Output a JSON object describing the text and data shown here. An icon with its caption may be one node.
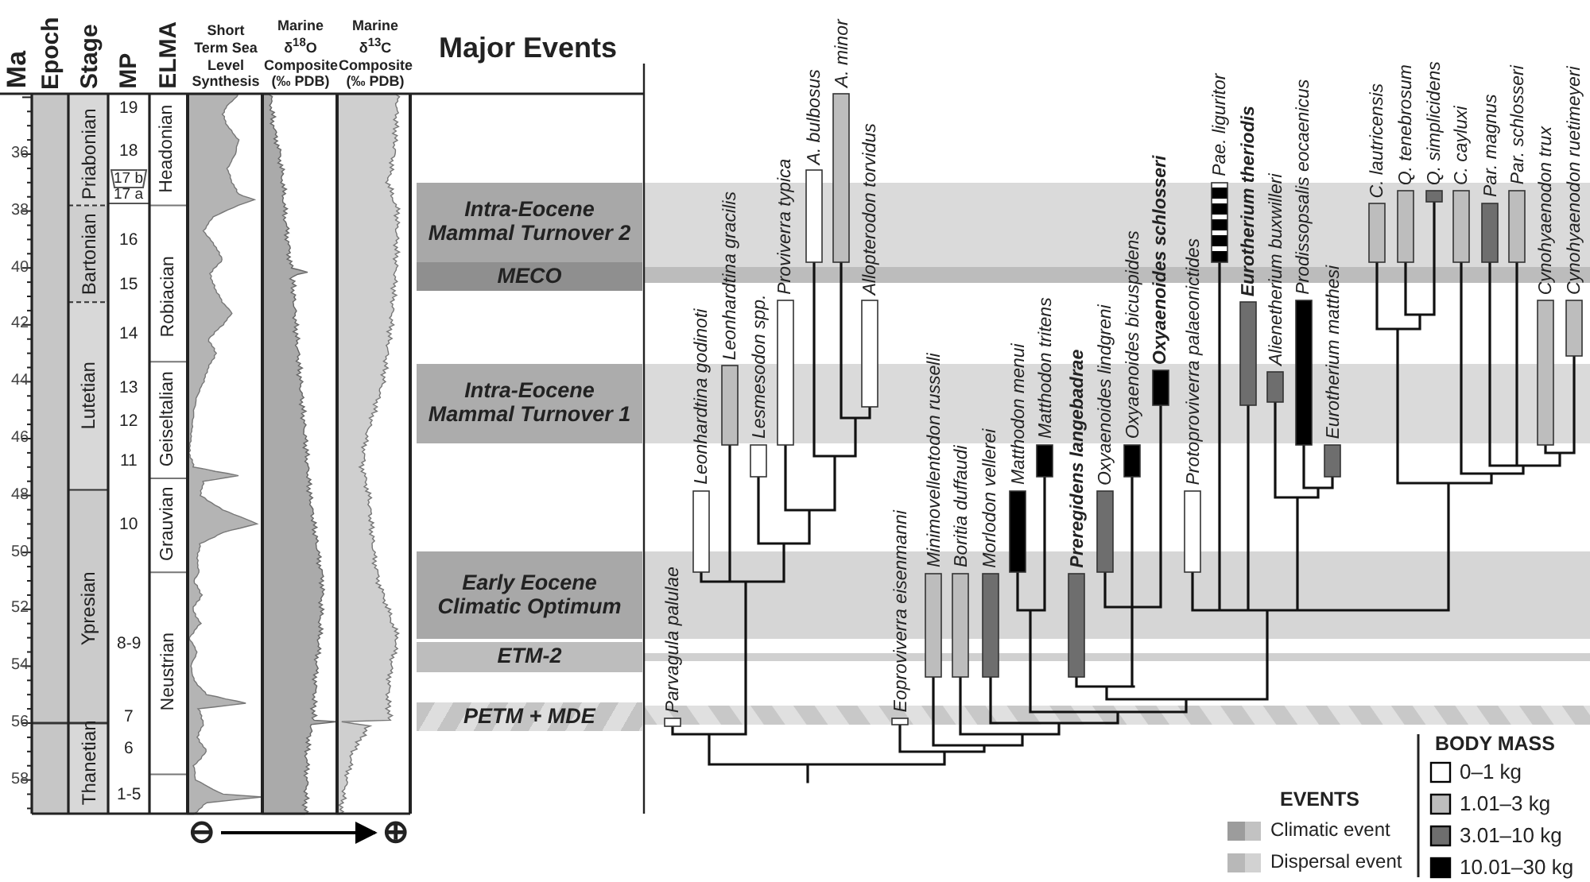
{
  "diagram": {
    "nodes": [
      {
        "text": [
          "Intra-Eocene Mammal Turnover 2"
        ]
      },
      {
        "text": [
          "MECO"
        ]
      },
      {
        "text": [
          "Intra-Eocene Mammal Turnover 1"
        ]
      },
      {
        "text": [
          "Early Eocene Climatic Optimum"
        ]
      },
      {
        "text": [
          "ETM-2"
        ]
      },
      {
        "text": [
          "PETM + MDE"
        ]
      }
    ],
    "labels": [
      "Ma",
      "Epoch",
      "Stage",
      "MP",
      "ELMA",
      "Short Term Sea Level Synthesis",
      "Marine δ$^{18}$O Composite (‰ PDB)",
      "Marine δ$^{13}$C Composite (‰ PDB)",
      "Major Events",
      "36",
      "38",
      "40",
      "42",
      "44",
      "46",
      "48",
      "50",
      "52",
      "54",
      "56",
      "58",
      "Priabonian",
      "Bartonian",
      "Lutetian",
      "Ypresian",
      "Thanetian",
      "19",
      "18",
      "17 b",
      "17 a",
      "16",
      "15",
      "14",
      "13",
      "12",
      "11",
      "10",
      "8-9",
      "7",
      "6",
      "1-5",
      "Headonian",
      "Robiacian",
      "Geiseltalian",
      "Grauvian",
      "Neustrian",
      "⊖",
      "⊕",
      "Parvagula palulae",
      "Leonhardtina godinoti",
      "Leonhardtina gracilis",
      "Lesmesodon spp.",
      "Proviverra typica",
      "A. bulbosus",
      "A. minor",
      "Allopterodon torvidus",
      "Eoproviverra eisenmanni",
      "Minimovellentodon russelli",
      "Boritia duffaudi",
      "Morlodon vellerei",
      "Matthodon menui",
      "Matthodon tritens",
      "Preregidens langebadrae",
      "Oxyaenoides lindgreni",
      "Oxyaenoides bicuspidens",
      "Oxyaenoides schlosseri",
      "Protoproviverra palaeonictides",
      "Pae. liguritor",
      "Eurotherium theriodis",
      "Alienetherium buxwilleri",
      "Prodissopsalis eocaenicus",
      "Eurotherium matthesi",
      "C. lautricensis",
      "Q. tenebrosum",
      "Q. simplicidens",
      "C. cayluxi",
      "Par. magnus",
      "Par. schlosseri",
      "Cynohyaenodon trux",
      "Cynohyaenodon ruetimeyeri",
      "EVENTS",
      "BODY MASS"
    ],
    "legend": [
      {
        "text": "Climatic event"
      },
      {
        "text": "Dispersal event"
      },
      {
        "text": "0–1 kg",
        "color": "#ffffff"
      },
      {
        "text": "1.01–3 kg",
        "color": "#bdbdbd"
      },
      {
        "text": "3.01–10 kg",
        "color": "#6e6e6e"
      },
      {
        "text": "10.01–30 kg",
        "color": "#000000"
      }
    ]
  }
}
